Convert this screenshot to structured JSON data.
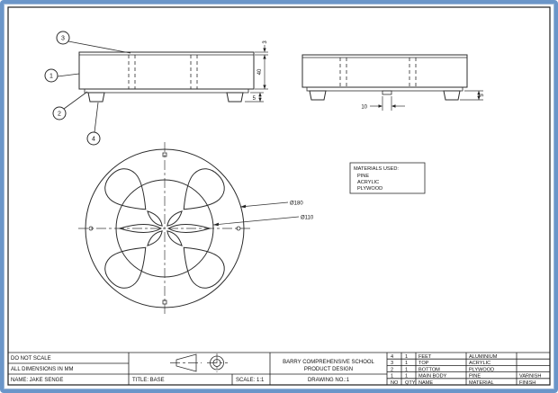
{
  "sheet": {
    "notes": {
      "do_not_scale": "DO NOT SCALE",
      "dimensions_note": "ALL DIMENSIONS IN MM",
      "name": "NAME: JAKE SENGE"
    },
    "title": "TITLE: BASE",
    "scale": "SCALE: 1:1",
    "school_line1": "BARRY COMPREHENSIVE SCHOOL",
    "school_line2": "PRODUCT DESIGN",
    "drawing_no": "DRAWING NO.:1"
  },
  "balloons": {
    "b1": "1",
    "b2": "2",
    "b3": "3",
    "b4": "4"
  },
  "dimensions": {
    "front_top_thickness": "3",
    "front_height": "40",
    "front_foot_height": "5",
    "side_tab_width": "10",
    "side_foot_height": "5",
    "dia_outer": "Ø180",
    "dia_inner": "Ø110"
  },
  "materials_box": {
    "title": "MATERIALS USED:",
    "items": [
      "PINE",
      "ACRYLIC",
      "PLYWOOD"
    ]
  },
  "parts_table": {
    "headers": [
      "NO",
      "QTY",
      "NAME",
      "MATERIAL",
      "FINISH"
    ],
    "rows": [
      [
        "4",
        "1",
        "FEET",
        "ALUMINIUM",
        ""
      ],
      [
        "3",
        "1",
        "TOP",
        "ACRYLIC",
        ""
      ],
      [
        "2",
        "1",
        "BOTTOM",
        "PLYWOOD",
        ""
      ],
      [
        "1",
        "1",
        "MAIN BODY",
        "PINE",
        "VARNISH"
      ]
    ]
  }
}
